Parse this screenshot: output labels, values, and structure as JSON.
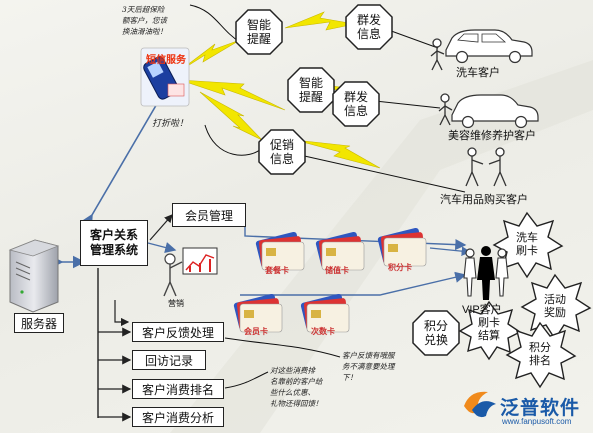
{
  "center_system": "客户关系\n管理系统",
  "server_label": "服务器",
  "member_mgmt": "会员管理",
  "marketing_label": "营销",
  "phone_label": "短信服务",
  "notes": {
    "maintenance": "3天后超保险\n额客户，您该\n换油滑油啦！",
    "discount": "打折啦！",
    "feedback": "客户反馈有哦服\n务不满意要处理\n下！",
    "gift": "对这些消费排\n名靠前的客户给\n些什么优惠、\n礼物还得回馈！"
  },
  "octagons": {
    "smart_remind_1": "智能\n提醒",
    "mass_msg_1": "群发\n信息",
    "smart_remind_2": "智能\n提醒",
    "mass_msg_2": "群发\n信息",
    "promo": "促销\n信息",
    "points_exchange": "积分\n兑换"
  },
  "customers": {
    "car_wash": "洗车客户",
    "beauty_repair": "美容维修养护客户",
    "parts_buy": "汽车用品购买客户",
    "vip": "VIP客户"
  },
  "cards": {
    "package": "套餐卡",
    "stored": "储值卡",
    "points": "积分卡",
    "member": "会员卡",
    "count": "次数卡"
  },
  "stars": {
    "wash_swipe": "洗车\n刷卡",
    "activity_reward": "活动\n奖励",
    "swipe_settle": "刷卡\n结算",
    "points_rank": "积分\n排名"
  },
  "side_boxes": {
    "feedback": "客户反馈处理",
    "revisit": "回访记录",
    "ranking": "客户消费排名",
    "analysis": "客户消费分析"
  },
  "brand": {
    "name": "泛普软件",
    "url": "www.fanpusoft.com",
    "color": "#1a5aa8"
  }
}
